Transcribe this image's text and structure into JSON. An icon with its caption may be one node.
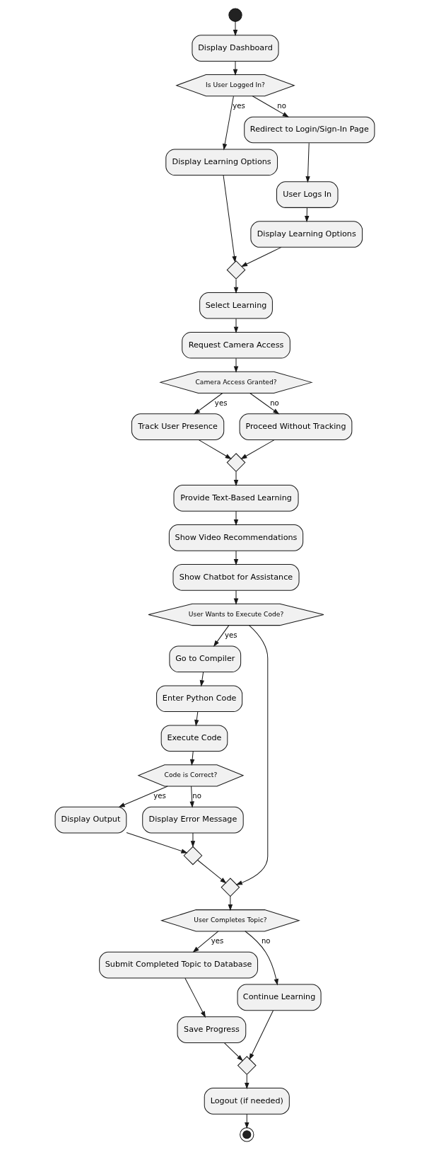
{
  "diagram": {
    "nodes": [
      {
        "text": [],
        "shape": "circle"
      },
      {
        "text": [
          "Display Dashboard"
        ]
      },
      {
        "text": [
          "Is User Logged In?"
        ]
      },
      {
        "text": [
          "Display Learning Options"
        ]
      },
      {
        "text": [
          "Redirect to Login/Sign-In Page"
        ]
      },
      {
        "text": [
          "User Logs In"
        ]
      },
      {
        "text": [
          "Display Learning Options"
        ]
      },
      {
        "text": [],
        "shape": "diamond"
      },
      {
        "text": [
          "Select Learning"
        ]
      },
      {
        "text": [
          "Request Camera Access"
        ]
      },
      {
        "text": [
          "Camera Access Granted?"
        ]
      },
      {
        "text": [
          "Track User Presence"
        ]
      },
      {
        "text": [
          "Proceed Without Tracking"
        ]
      },
      {
        "text": [],
        "shape": "diamond"
      },
      {
        "text": [
          "Provide Text-Based Learning"
        ]
      },
      {
        "text": [
          "Show Video Recommendations"
        ]
      },
      {
        "text": [
          "Show Chatbot for Assistance"
        ]
      },
      {
        "text": [
          "User Wants to Execute Code?"
        ]
      },
      {
        "text": [
          "Go to Compiler"
        ]
      },
      {
        "text": [
          "Enter Python Code"
        ]
      },
      {
        "text": [
          "Execute Code"
        ]
      },
      {
        "text": [
          "Code is Correct?"
        ]
      },
      {
        "text": [
          "Display Output"
        ]
      },
      {
        "text": [
          "Display Error Message"
        ]
      },
      {
        "text": [],
        "shape": "diamond"
      },
      {
        "text": [],
        "shape": "diamond"
      },
      {
        "text": [
          "User Completes Topic?"
        ]
      },
      {
        "text": [
          "Submit Completed Topic to Database"
        ]
      },
      {
        "text": [
          "Continue Learning"
        ]
      },
      {
        "text": [
          "Save Progress"
        ]
      },
      {
        "text": [],
        "shape": "diamond"
      },
      {
        "text": [
          "Logout (if needed)"
        ]
      },
      {
        "text": [],
        "shape": "circle"
      }
    ],
    "edges": [
      {
        "from": 0,
        "to": 1,
        "arrow": "to"
      },
      {
        "from": 1,
        "to": 2,
        "arrow": "to"
      },
      {
        "from": 2,
        "to": 3,
        "arrow": "to",
        "label": "yes"
      },
      {
        "from": 2,
        "to": 4,
        "arrow": "to",
        "label": "no"
      },
      {
        "from": 4,
        "to": 5,
        "arrow": "to"
      },
      {
        "from": 5,
        "to": 6,
        "arrow": "to"
      },
      {
        "from": 3,
        "to": 7,
        "arrow": "to"
      },
      {
        "from": 6,
        "to": 7,
        "arrow": "to"
      },
      {
        "from": 7,
        "to": 8,
        "arrow": "to"
      },
      {
        "from": 8,
        "to": 9,
        "arrow": "to"
      },
      {
        "from": 9,
        "to": 10,
        "arrow": "to"
      },
      {
        "from": 10,
        "to": 11,
        "arrow": "to",
        "label": "yes"
      },
      {
        "from": 10,
        "to": 12,
        "arrow": "to",
        "label": "no"
      },
      {
        "from": 11,
        "to": 13,
        "arrow": "to"
      },
      {
        "from": 12,
        "to": 13,
        "arrow": "to"
      },
      {
        "from": 13,
        "to": 14,
        "arrow": "to"
      },
      {
        "from": 14,
        "to": 15,
        "arrow": "to"
      },
      {
        "from": 15,
        "to": 16,
        "arrow": "to"
      },
      {
        "from": 16,
        "to": 17,
        "arrow": "to"
      },
      {
        "from": 17,
        "to": 18,
        "arrow": "to",
        "label": "yes"
      },
      {
        "from": 18,
        "to": 19,
        "arrow": "to"
      },
      {
        "from": 19,
        "to": 20,
        "arrow": "to"
      },
      {
        "from": 20,
        "to": 21,
        "arrow": "to"
      },
      {
        "from": 21,
        "to": 22,
        "arrow": "to",
        "label": "yes"
      },
      {
        "from": 21,
        "to": 23,
        "arrow": "to",
        "label": "no"
      },
      {
        "from": 22,
        "to": 24,
        "arrow": "to"
      },
      {
        "from": 23,
        "to": 24,
        "arrow": "to"
      },
      {
        "from": 24,
        "to": 25,
        "arrow": "to"
      },
      {
        "from": 17,
        "to": 25,
        "arrow": "to"
      },
      {
        "from": 25,
        "to": 26,
        "arrow": "to"
      },
      {
        "from": 26,
        "to": 27,
        "arrow": "to",
        "label": "yes"
      },
      {
        "from": 26,
        "to": 28,
        "arrow": "to",
        "label": "no"
      },
      {
        "from": 27,
        "to": 29,
        "arrow": "to"
      },
      {
        "from": 29,
        "to": 30,
        "arrow": "to"
      },
      {
        "from": 28,
        "to": 30,
        "arrow": "to"
      },
      {
        "from": 30,
        "to": 31,
        "arrow": "to"
      },
      {
        "from": 31,
        "to": 32,
        "arrow": "to"
      }
    ]
  }
}
